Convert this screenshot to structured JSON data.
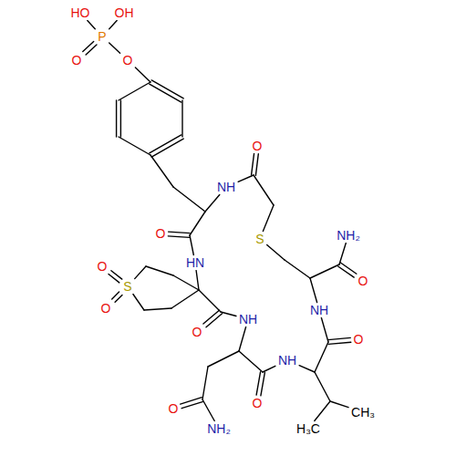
{
  "diagram": {
    "labels": [
      "HO",
      "OH",
      "P",
      "O",
      "O",
      "O",
      "NH",
      "O",
      "S",
      "NH₂",
      "HN",
      "O",
      "O",
      "S",
      "O",
      "NH",
      "NH",
      "O",
      "O",
      "CH₃",
      "NH",
      "O",
      "O",
      "H₃C",
      "NH₂"
    ]
  }
}
